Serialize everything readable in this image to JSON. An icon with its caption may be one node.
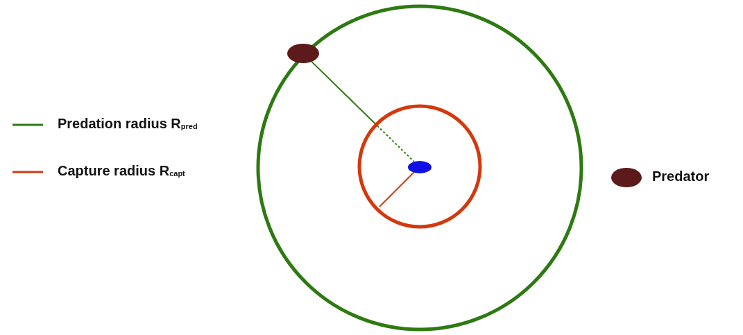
{
  "diagram": {
    "nodes": [
      {
        "text": [],
        "shape": "ellipse"
      },
      {
        "text": [],
        "shape": "ellipse"
      }
    ],
    "edges": [
      {
        "from": 0,
        "to": 1,
        "arrow": "none",
        "color": "#2e7a12"
      }
    ],
    "legend": [
      {
        "text": "Predation radius R$_{pred}$"
      },
      {
        "text": "Capture radius R$_{capt}$"
      },
      {
        "text": "Predator"
      }
    ]
  }
}
